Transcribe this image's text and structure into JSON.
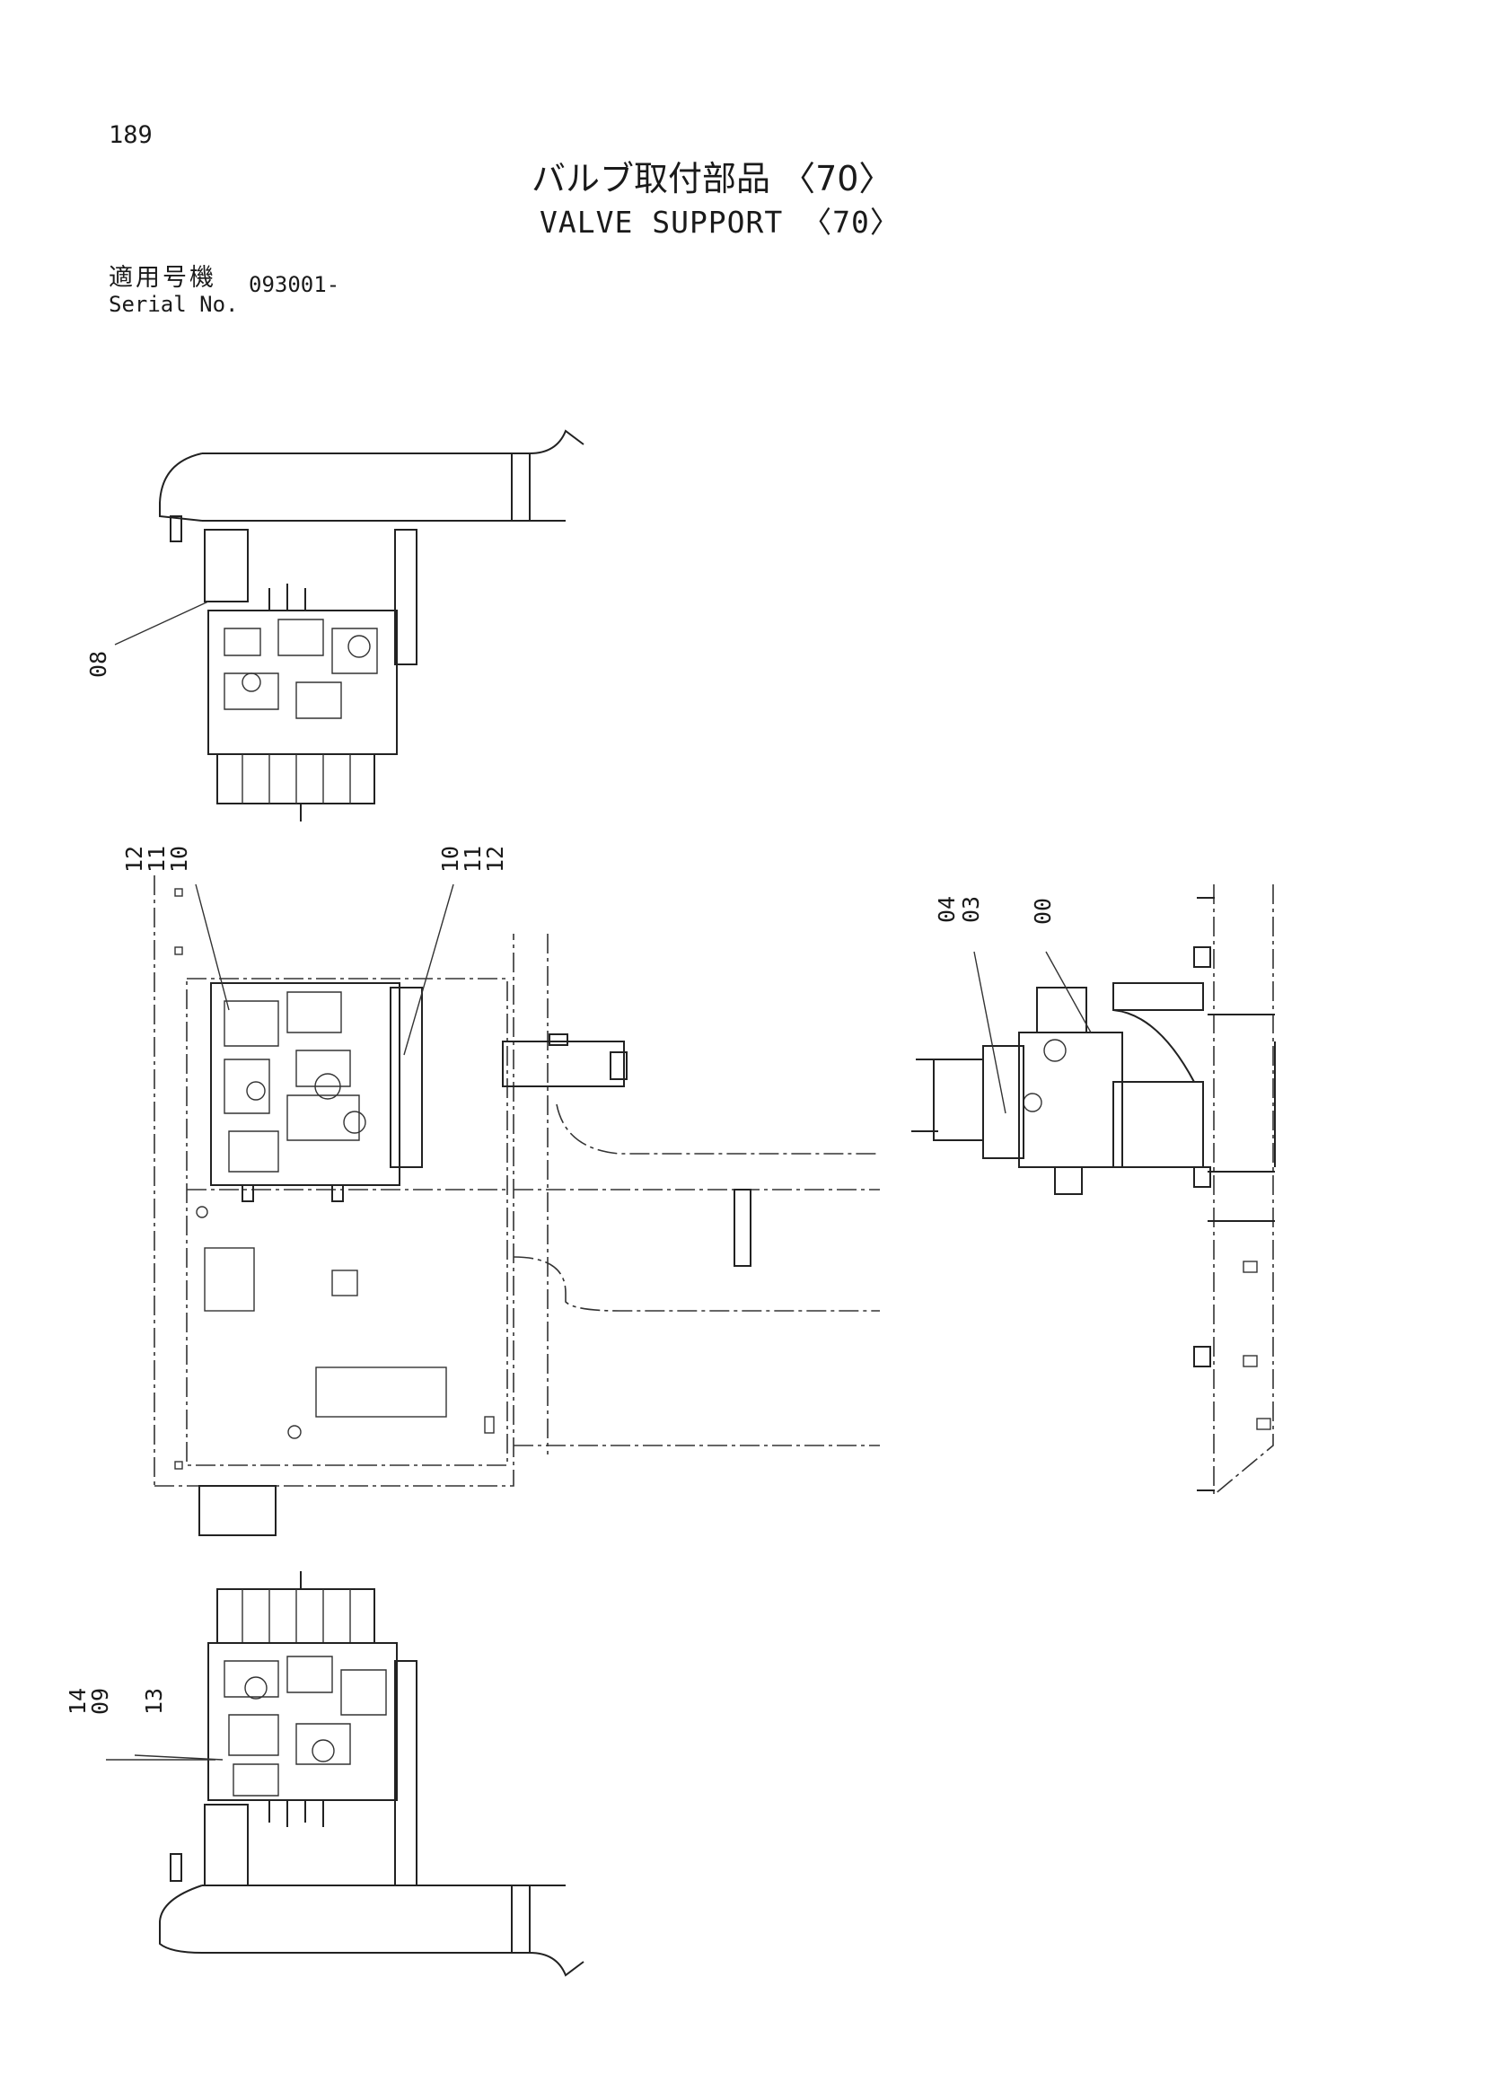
{
  "header": {
    "page_number": "189",
    "title_jp": "バルブ取付部品 〈70〉",
    "title_en": "VALVE SUPPORT 〈70〉"
  },
  "serial": {
    "label_jp": "適用号機",
    "label_en": "Serial No.",
    "value": "093001-"
  },
  "callouts": {
    "c08": "08",
    "top_left_stack": [
      "12",
      "11",
      "10"
    ],
    "top_right_stack": [
      "10",
      "11",
      "12"
    ],
    "side_stack": [
      "04",
      "03"
    ],
    "c00": "00",
    "bottom_stack": [
      "14",
      "09"
    ],
    "c13": "13"
  }
}
